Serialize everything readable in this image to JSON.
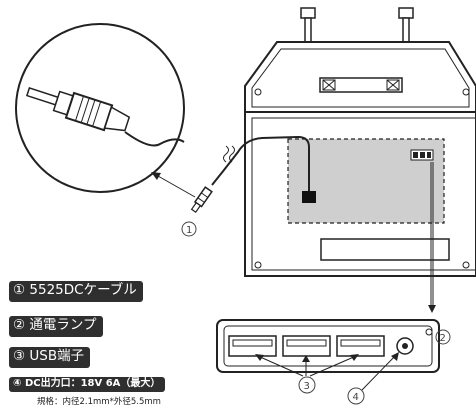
{
  "labels": {
    "cable": "① 5525DCケーブル",
    "power_lamp": "② 通電ランプ",
    "usb_port": "③ USB端子",
    "dc_output": "④ DC出力口：18V 6A（最大）",
    "spec": "規格：内径2.1mm*外径5.5mm"
  },
  "callouts": {
    "n1": "1",
    "n2": "2",
    "n3": "3",
    "n4": "4"
  },
  "colors": {
    "line": "#222222",
    "shaded_area": "#cfcfcf",
    "label_bg": "#2f2f2f",
    "label_text": "#ffffff"
  }
}
